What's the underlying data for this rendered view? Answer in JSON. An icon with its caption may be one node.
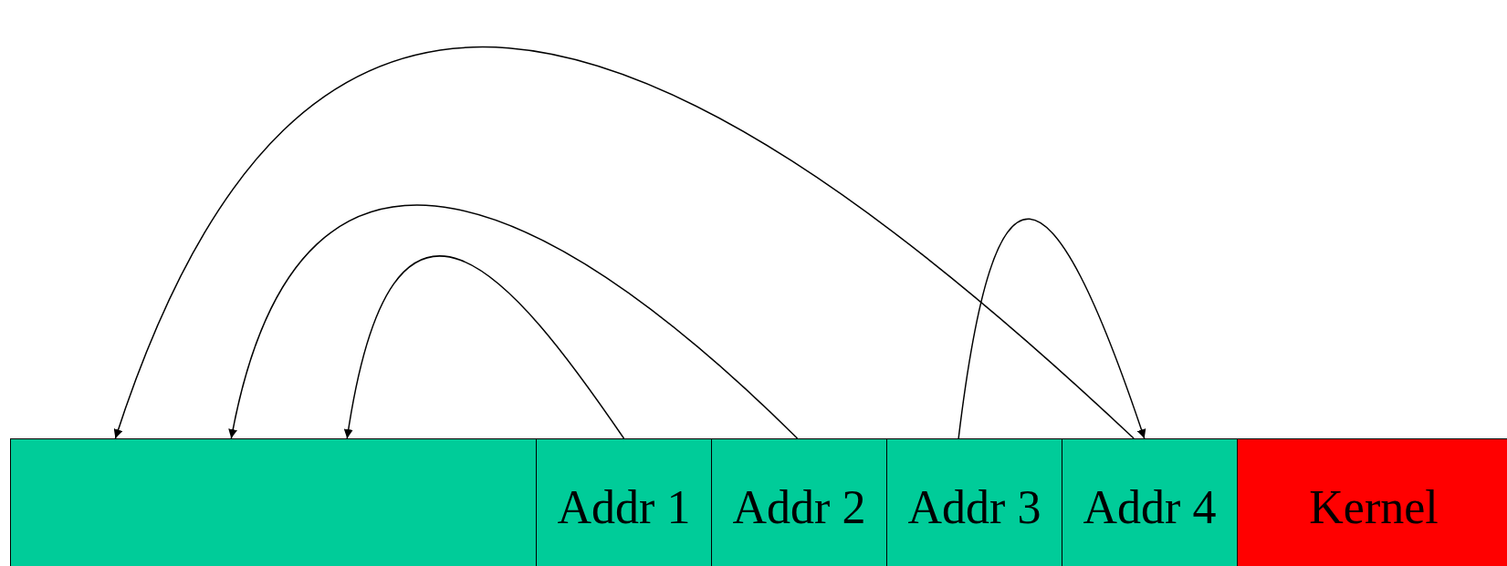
{
  "diagram": {
    "nodes": [
      {
        "text": [],
        "shape": "box"
      },
      {
        "text": [
          "Addr 1"
        ]
      },
      {
        "text": [
          "Addr 2"
        ]
      },
      {
        "text": [
          "Addr 3"
        ]
      },
      {
        "text": [
          "Addr 4"
        ]
      },
      {
        "text": [
          "Kernel"
        ]
      }
    ],
    "edges": [
      {
        "from": 4,
        "to": 0,
        "arrow": "to"
      },
      {
        "from": 2,
        "to": 0,
        "arrow": "to"
      },
      {
        "from": 1,
        "to": 0,
        "arrow": "to"
      },
      {
        "from": 3,
        "to": 4,
        "arrow": "to"
      }
    ]
  }
}
